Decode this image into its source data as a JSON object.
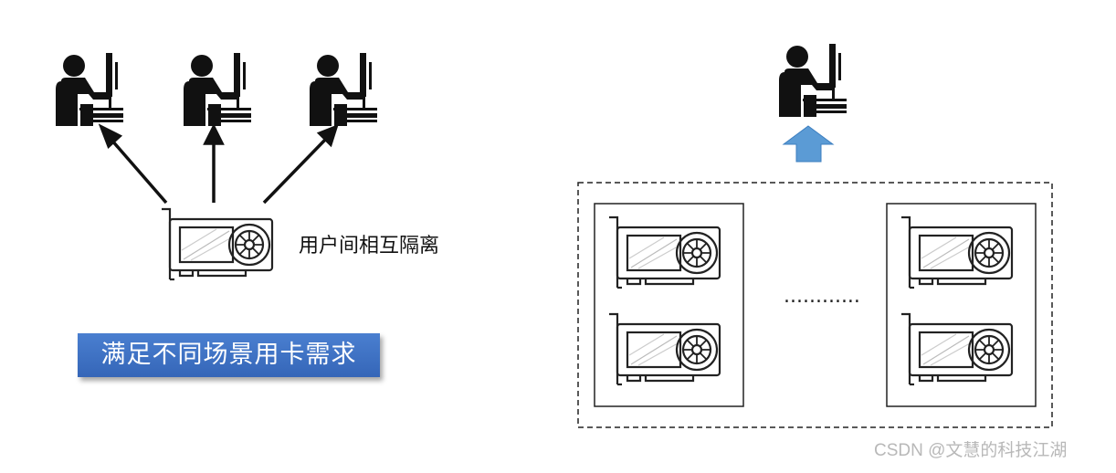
{
  "left_panel": {
    "isolation_label": "用户间相互隔离",
    "need_badge": "满足不同场景用卡需求"
  },
  "right_panel": {
    "ellipsis": "............"
  },
  "watermark": "CSDN @文慧的科技江湖",
  "colors": {
    "badge_blue": "#3b6fc2",
    "arrow_blue": "#5b9bd5",
    "line": "#111111"
  }
}
